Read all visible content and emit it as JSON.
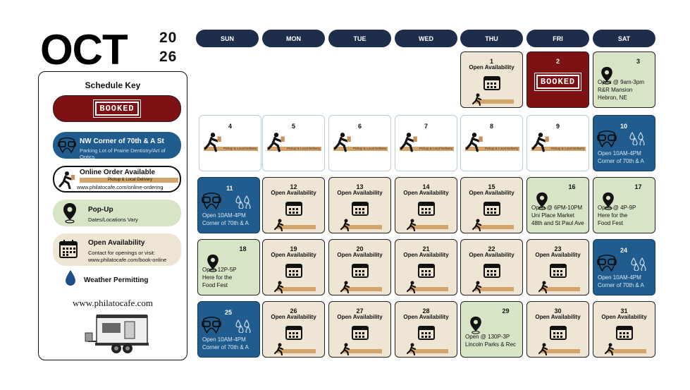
{
  "header": {
    "month": "OCT",
    "year_top": "20",
    "year_bottom": "26"
  },
  "days": [
    "SUN",
    "MON",
    "TUE",
    "WED",
    "THU",
    "FRI",
    "SAT"
  ],
  "key": {
    "title": "Schedule Key",
    "booked": "BOOKED",
    "nw_title": "NW Corner of 70th & A St",
    "nw_sub": "Parking Lot of Prairie Dentistry/Art of Optics",
    "online_title": "Online Order Available",
    "online_strip": "Pickup & Local Delivery",
    "online_url": "www.philatocafe.com/online-ordering",
    "popup_title": "Pop-Up",
    "popup_sub": "Dates/Locations Vary",
    "open_title": "Open Availability",
    "open_sub1": "Contact for openings or visit:",
    "open_sub2": "www.philatocafe.com/book-online",
    "weather": "Weather Permitting",
    "website": "www.philatocafe.com"
  },
  "labels": {
    "open": "Open Availability",
    "pickup": "Pickup & Local Delivery",
    "booked": "BOOKED",
    "blue_line1": "Open 10AM-4PM",
    "blue_line2": "Corner of 70th & A"
  },
  "cells": {
    "d1": "1",
    "d2": "2",
    "d3": "3",
    "d4": "4",
    "d5": "5",
    "d6": "6",
    "d7": "7",
    "d8": "8",
    "d9": "9",
    "d10": "10",
    "d11": "11",
    "d12": "12",
    "d13": "13",
    "d14": "14",
    "d15": "15",
    "d16": "16",
    "d17": "17",
    "d18": "18",
    "d19": "19",
    "d20": "20",
    "d21": "21",
    "d22": "22",
    "d23": "23",
    "d24": "24",
    "d25": "25",
    "d26": "26",
    "d27": "27",
    "d28": "28",
    "d29": "29",
    "d30": "30",
    "d31": "31",
    "d3_l1": "Open @ 9am-3pm",
    "d3_l2": "R&R Mansion",
    "d3_l3": "Hebron, NE",
    "d16_l1": "Open @ 6PM-10PM",
    "d16_l2": "Uni Place Market",
    "d16_l3": "48th and St Paul Ave",
    "d17_l1": "Open @ 4P-9P",
    "d17_l2": "Here for the",
    "d17_l3": "Food Fest",
    "d18_l1": "Open 12P-5P",
    "d18_l2": "Here for the",
    "d18_l3": "Food Fest",
    "d29_l1": "Open @ 130P-3P",
    "d29_l2": "Lincoln Parks & Rec"
  },
  "colors": {
    "navy": "#1e2d4a",
    "booked_red": "#7e1114",
    "blue": "#205c8e",
    "green": "#d8e4c6",
    "beige": "#efe5d5"
  }
}
